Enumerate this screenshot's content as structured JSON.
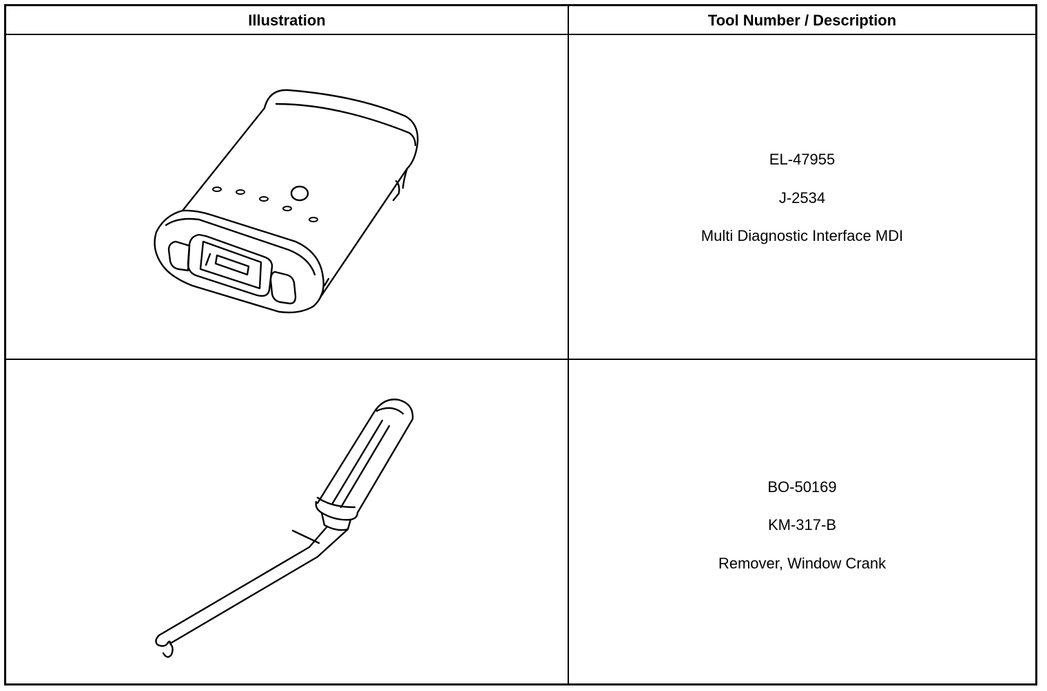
{
  "table": {
    "headers": {
      "illustration": "Illustration",
      "tool_number_description": "Tool Number / Description"
    },
    "rows": [
      {
        "illustration_icon": "multi-diagnostic-interface-device",
        "tool_numbers": [
          "EL-47955",
          "J-2534"
        ],
        "description": "Multi Diagnostic Interface MDI"
      },
      {
        "illustration_icon": "window-crank-remover-tool",
        "tool_numbers": [
          "BO-50169",
          "KM-317-B"
        ],
        "description": "Remover, Window Crank"
      }
    ]
  }
}
